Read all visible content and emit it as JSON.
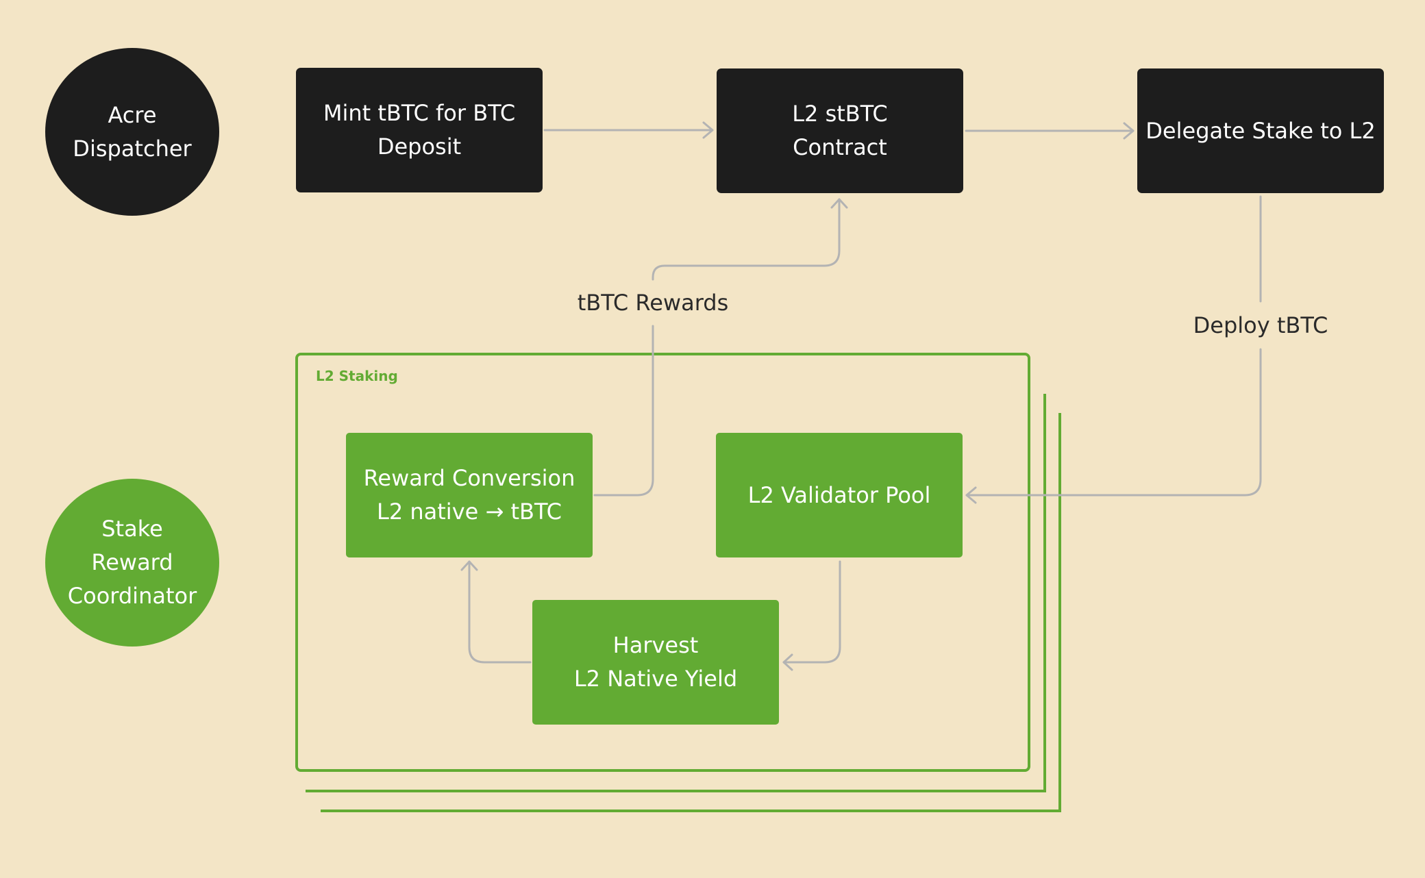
{
  "nodes": {
    "acre_dispatcher": "Acre\nDispatcher",
    "mint_tbtc": "Mint tBTC for BTC\nDeposit",
    "l2_stbtc_contract": "L2 stBTC\nContract",
    "delegate_stake": "Delegate Stake to L2",
    "stake_reward_coordinator": "Stake\nReward\nCoordinator",
    "reward_conversion": "Reward Conversion\nL2 native → tBTC",
    "l2_validator_pool": "L2 Validator Pool",
    "harvest_yield": "Harvest\nL2 Native Yield"
  },
  "group": {
    "label": "L2 Staking"
  },
  "edge_labels": {
    "tbtc_rewards": "tBTC Rewards",
    "deploy_tbtc": "Deploy tBTC"
  },
  "colors": {
    "background": "#f3e5c6",
    "dark_node": "#1d1d1d",
    "green_node": "#62ab33",
    "connector": "#b3b3b3"
  }
}
